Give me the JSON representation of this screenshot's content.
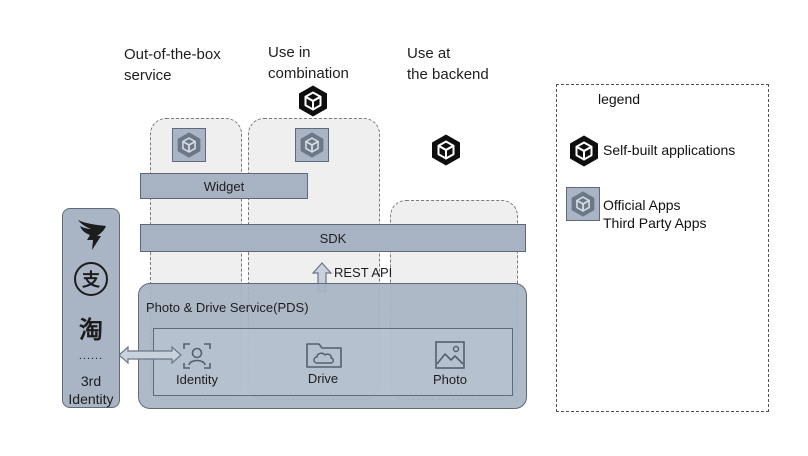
{
  "columns": {
    "out_of_box": "Out-of-the-box\n service",
    "combination": "Use in\ncombination",
    "backend": "Use at\nthe backend"
  },
  "layers": {
    "widget": "Widget",
    "sdk": "SDK",
    "rest_api": "REST API",
    "pds_title": "Photo & Drive Service(PDS)"
  },
  "services": {
    "identity": "Identity",
    "drive": "Drive",
    "photo": "Photo"
  },
  "identity_panel": {
    "ellipsis": "......",
    "label": "3rd\nIdentity",
    "taobao_glyph": "淘",
    "alipay_glyph": "支"
  },
  "legend": {
    "title": "legend",
    "self_built": "Self-built applications",
    "official": "Official Apps\nThird Party Apps"
  },
  "icons": {
    "cube": "hexagon-cube-icon",
    "dingtalk": "dingtalk-icon",
    "alipay": "alipay-icon",
    "taobao": "taobao-icon",
    "identity": "identity-card-icon",
    "drive": "cloud-folder-icon",
    "photo": "image-icon",
    "arrow_up": "arrow-up-icon",
    "arrow_double": "double-arrow-icon"
  }
}
